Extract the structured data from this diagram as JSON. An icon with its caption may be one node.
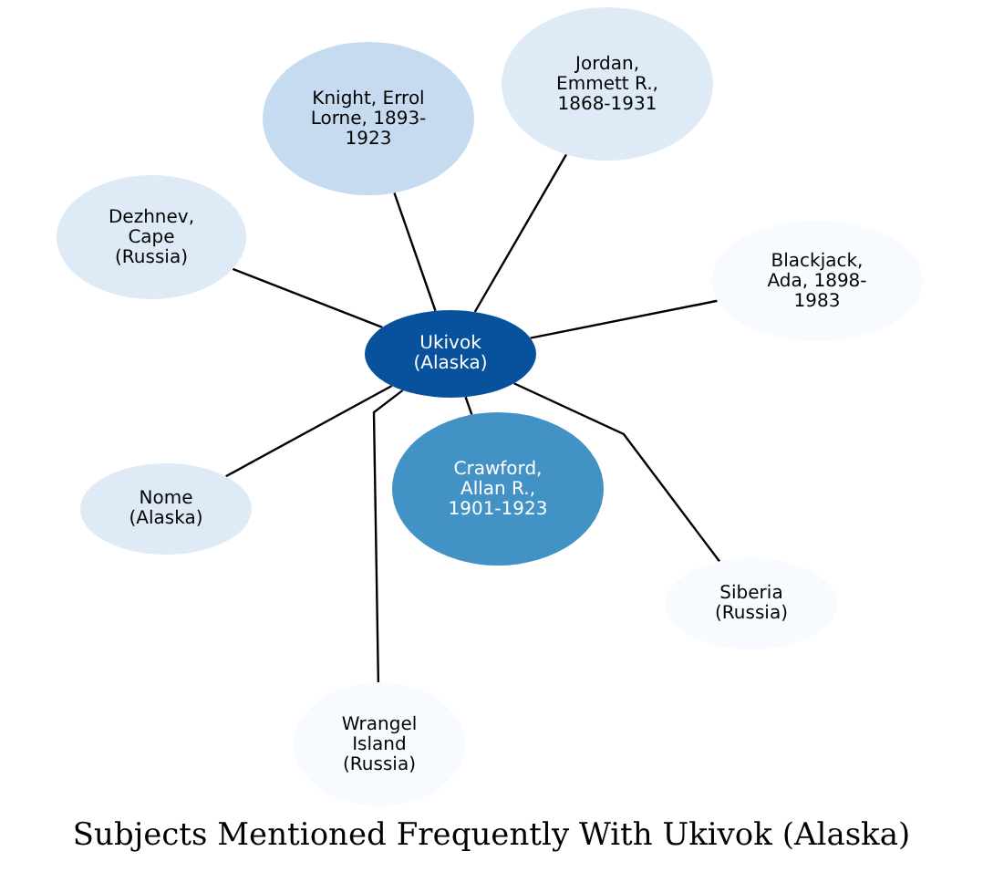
{
  "diagram": {
    "title": "Subjects Mentioned Frequently With Ukivok (Alaska)",
    "nodes": [
      {
        "text": [
          "Jordan, Emmett R., 1868-1931"
        ]
      },
      {
        "text": [
          "Knight, Errol Lorne, 1893-1923"
        ]
      },
      {
        "text": [
          "Dezhnev, Cape (Russia)"
        ]
      },
      {
        "text": [
          "Blackjack, Ada, 1898-1983"
        ]
      },
      {
        "text": [
          "Ukivok (Alaska)"
        ]
      },
      {
        "text": [
          "Crawford, Allan R., 1901-1923"
        ]
      },
      {
        "text": [
          "Nome (Alaska)"
        ]
      },
      {
        "text": [
          "Siberia (Russia)"
        ]
      },
      {
        "text": [
          "Wrangel Island (Russia)"
        ]
      }
    ],
    "edges": [
      {
        "from": 4,
        "to": 0,
        "arrow": "none"
      },
      {
        "from": 4,
        "to": 1,
        "arrow": "none"
      },
      {
        "from": 4,
        "to": 2,
        "arrow": "none"
      },
      {
        "from": 4,
        "to": 3,
        "arrow": "none"
      },
      {
        "from": 4,
        "to": 5,
        "arrow": "none"
      },
      {
        "from": 4,
        "to": 6,
        "arrow": "none"
      },
      {
        "from": 4,
        "to": 7,
        "arrow": "none"
      },
      {
        "from": 4,
        "to": 8,
        "arrow": "none"
      }
    ]
  }
}
